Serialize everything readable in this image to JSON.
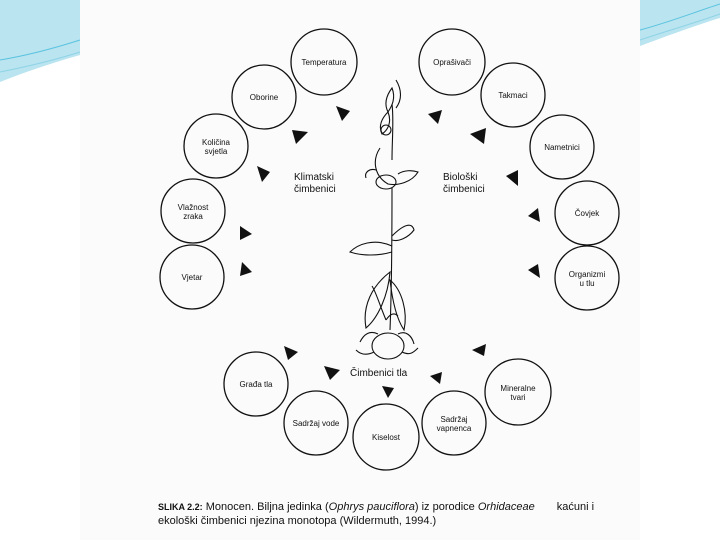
{
  "colors": {
    "accent": "#5bc3df",
    "ink": "#111111",
    "page": "#fbfbfb"
  },
  "diagram": {
    "groups": {
      "climatic": "Klimatski\nčimbenici",
      "biological": "Biološki\nčimbenici",
      "soil": "Čimbenici tla"
    },
    "circles": [
      "Temperatura",
      "Oborine",
      "Količina\nsvjetla",
      "Vlažnost\nzraka",
      "Vjetar",
      "Oprašivači",
      "Takmaci",
      "Nametnici",
      "Čovjek",
      "Organizmi\nu tlu",
      "Građa tla",
      "Sadržaj vode",
      "Kiselost",
      "Sadržaj\nvapnenca",
      "Mineralne\ntvari"
    ]
  },
  "caption": {
    "figure_label": "SLIKA 2.2:",
    "part1": " Monocen. Biljna jedinka (",
    "species": "Ophrys pauciflora",
    "part2": ") iz porodice ",
    "family": "Orhidaceae",
    "right_fragment": "kaćuni i",
    "line2": "ekološki čimbenici njezina monotopa (Wildermuth, 1994.)"
  }
}
